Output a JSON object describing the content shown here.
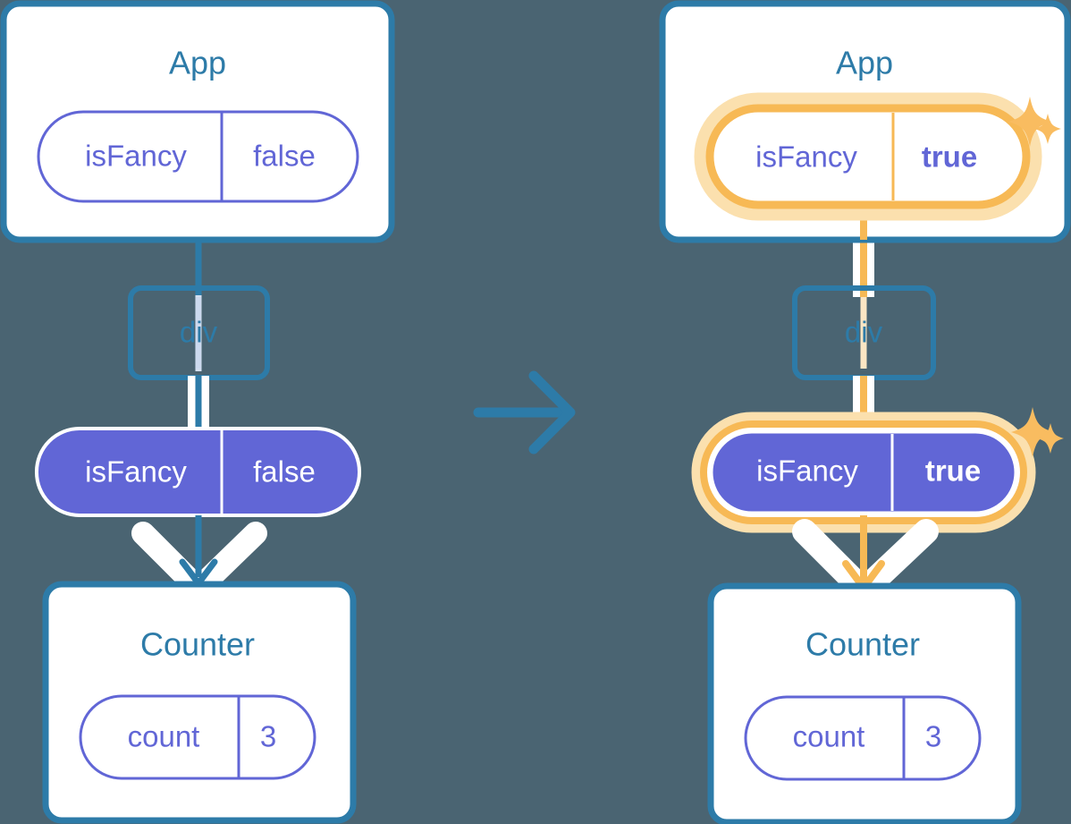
{
  "theme": {
    "background": "#4a6472",
    "card_border": "#2d7ba8",
    "card_fill": "#ffffff",
    "title_color": "#2d7ba8",
    "pill_outline_stroke": "#6166d6",
    "pill_outline_text": "#6166d6",
    "pill_solid_fill": "#6166d6",
    "pill_solid_text": "#ffffff",
    "highlight_ring": "#f7b955",
    "highlight_glow": "#fbe0ae",
    "connector_blue": "#2d7ba8",
    "connector_casing": "#ffffff",
    "sparkle_color": "#f9bc60"
  },
  "transition_arrow": {
    "name": "right-arrow",
    "color": "#2d7ba8"
  },
  "panels": [
    {
      "id": "before",
      "app_card": {
        "title": "App",
        "pill": {
          "key": "isFancy",
          "value": "false",
          "style": "outline",
          "highlighted": false,
          "value_bold": false
        }
      },
      "div_node": {
        "label": "div"
      },
      "prop_pill": {
        "key": "isFancy",
        "value": "false",
        "style": "solid",
        "highlighted": false,
        "value_bold": false
      },
      "counter_card": {
        "title": "Counter",
        "pill": {
          "key": "count",
          "value": "3",
          "style": "outline",
          "highlighted": false,
          "value_bold": false
        }
      },
      "flow_color": "#2d7ba8"
    },
    {
      "id": "after",
      "app_card": {
        "title": "App",
        "pill": {
          "key": "isFancy",
          "value": "true",
          "style": "outline",
          "highlighted": true,
          "value_bold": true
        }
      },
      "div_node": {
        "label": "div"
      },
      "prop_pill": {
        "key": "isFancy",
        "value": "true",
        "style": "solid",
        "highlighted": true,
        "value_bold": true
      },
      "counter_card": {
        "title": "Counter",
        "pill": {
          "key": "count",
          "value": "3",
          "style": "outline",
          "highlighted": false,
          "value_bold": false
        }
      },
      "flow_color": "#f7b955",
      "sparkles": [
        {
          "name": "sparkle-app-large"
        },
        {
          "name": "sparkle-app-small"
        },
        {
          "name": "sparkle-prop-large"
        },
        {
          "name": "sparkle-prop-small"
        }
      ]
    }
  ]
}
